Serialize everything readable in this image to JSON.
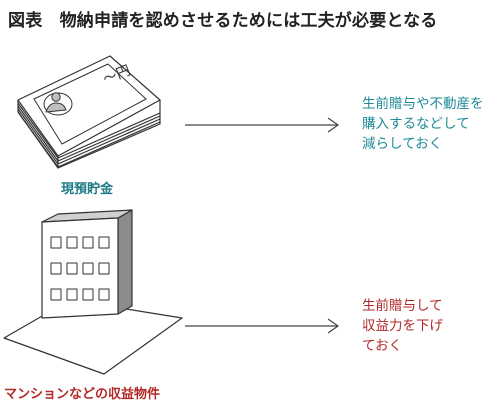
{
  "title": "図表　物納申請を認めさせるためには工夫が必要となる",
  "cash": {
    "label": "現預貯金",
    "bill_text": "～円",
    "note_lines": [
      "生前贈与や不動産を",
      "購入するなどして",
      "減らしておく"
    ],
    "color": "#1e8a96"
  },
  "mansion": {
    "label": "マンションなどの収益物件",
    "note_lines": [
      "生前贈与して",
      "収益力を下げ",
      "ておく"
    ],
    "color": "#b22a28"
  },
  "icons": [
    "banknote-stack-icon",
    "building-icon",
    "arrow-right-icon"
  ]
}
